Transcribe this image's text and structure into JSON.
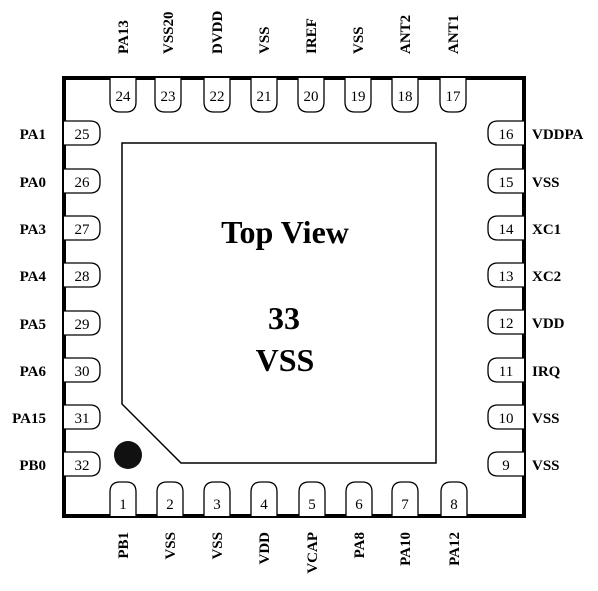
{
  "package": {
    "view_label": "Top View",
    "exposed_pad_number": "33",
    "exposed_pad_name": "VSS"
  },
  "pins": {
    "bottom": [
      {
        "num": "1",
        "name": "PB1"
      },
      {
        "num": "2",
        "name": "VSS"
      },
      {
        "num": "3",
        "name": "VSS"
      },
      {
        "num": "4",
        "name": "VDD"
      },
      {
        "num": "5",
        "name": "VCAP"
      },
      {
        "num": "6",
        "name": "PA8"
      },
      {
        "num": "7",
        "name": "PA10"
      },
      {
        "num": "8",
        "name": "PA12"
      }
    ],
    "right": [
      {
        "num": "9",
        "name": "VSS"
      },
      {
        "num": "10",
        "name": "VSS"
      },
      {
        "num": "11",
        "name": "IRQ"
      },
      {
        "num": "12",
        "name": "VDD"
      },
      {
        "num": "13",
        "name": "XC2"
      },
      {
        "num": "14",
        "name": "XC1"
      },
      {
        "num": "15",
        "name": "VSS"
      },
      {
        "num": "16",
        "name": "VDDPA"
      }
    ],
    "top": [
      {
        "num": "17",
        "name": "ANT1"
      },
      {
        "num": "18",
        "name": "ANT2"
      },
      {
        "num": "19",
        "name": "VSS"
      },
      {
        "num": "20",
        "name": "IREF"
      },
      {
        "num": "21",
        "name": "VSS"
      },
      {
        "num": "22",
        "name": "DVDD"
      },
      {
        "num": "23",
        "name": "VSS20"
      },
      {
        "num": "24",
        "name": "PA13"
      }
    ],
    "left": [
      {
        "num": "25",
        "name": "PA1"
      },
      {
        "num": "26",
        "name": "PA0"
      },
      {
        "num": "27",
        "name": "PA3"
      },
      {
        "num": "28",
        "name": "PA4"
      },
      {
        "num": "29",
        "name": "PA5"
      },
      {
        "num": "30",
        "name": "PA6"
      },
      {
        "num": "31",
        "name": "PA15"
      },
      {
        "num": "32",
        "name": "PB0"
      }
    ]
  }
}
